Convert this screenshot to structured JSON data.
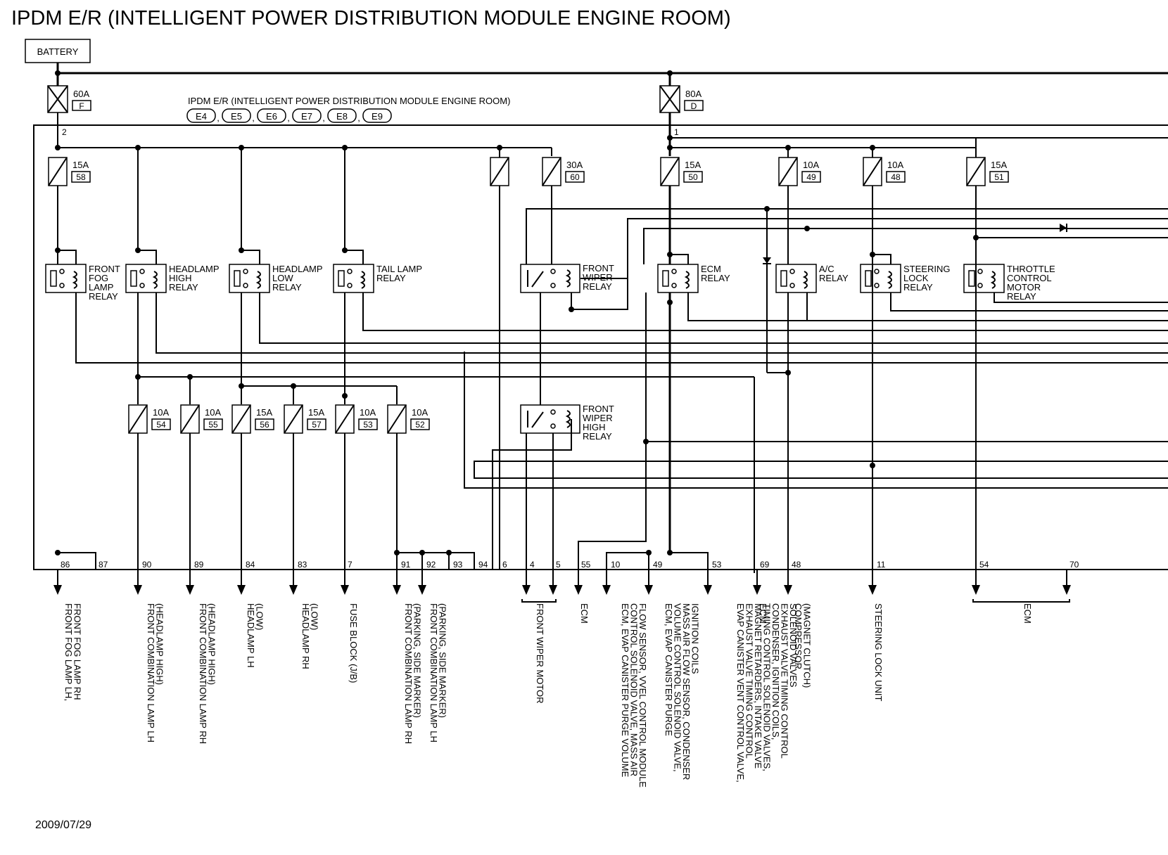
{
  "title": "IPDM E/R (INTELLIGENT POWER DISTRIBUTION MODULE ENGINE ROOM)",
  "subtitle": "IPDM E/R (INTELLIGENT POWER DISTRIBUTION MODULE ENGINE ROOM)",
  "date": "2009/07/29",
  "battery": "BATTERY",
  "connectors": [
    "E4",
    "E5",
    "E6",
    "E7",
    "E8",
    "E9"
  ],
  "fusible_links": [
    {
      "amp": "60A",
      "id": "F",
      "pin": "2"
    },
    {
      "amp": "80A",
      "id": "D",
      "pin": "1"
    }
  ],
  "fuses": [
    {
      "amp": "15A",
      "id": "58"
    },
    {
      "amp": "30A",
      "id": "60"
    },
    {
      "amp": "15A",
      "id": "50"
    },
    {
      "amp": "10A",
      "id": "49"
    },
    {
      "amp": "10A",
      "id": "48"
    },
    {
      "amp": "15A",
      "id": "51"
    },
    {
      "amp": "10A",
      "id": "54"
    },
    {
      "amp": "10A",
      "id": "55"
    },
    {
      "amp": "15A",
      "id": "56"
    },
    {
      "amp": "15A",
      "id": "57"
    },
    {
      "amp": "10A",
      "id": "53"
    },
    {
      "amp": "10A",
      "id": "52"
    }
  ],
  "relays": [
    {
      "lines": [
        "FRONT",
        "FOG",
        "LAMP",
        "RELAY"
      ]
    },
    {
      "lines": [
        "HEADLAMP",
        "HIGH",
        "RELAY"
      ]
    },
    {
      "lines": [
        "HEADLAMP",
        "LOW",
        "RELAY"
      ]
    },
    {
      "lines": [
        "TAIL LAMP",
        "RELAY"
      ]
    },
    {
      "lines": [
        "FRONT",
        "WIPER",
        "RELAY"
      ]
    },
    {
      "lines": [
        "ECM",
        "RELAY"
      ]
    },
    {
      "lines": [
        "A/C",
        "RELAY"
      ]
    },
    {
      "lines": [
        "STEERING",
        "LOCK",
        "RELAY"
      ]
    },
    {
      "lines": [
        "THROTTLE",
        "CONTROL",
        "MOTOR",
        "RELAY"
      ]
    },
    {
      "lines": [
        "FRONT",
        "WIPER",
        "HIGH",
        "RELAY"
      ]
    }
  ],
  "pins": [
    "86",
    "87",
    "90",
    "89",
    "84",
    "83",
    "7",
    "91",
    "92",
    "93",
    "94",
    "6",
    "4",
    "5",
    "55",
    "10",
    "49",
    "53",
    "69",
    "48",
    "11",
    "54",
    "70"
  ],
  "destinations": [
    {
      "lines": [
        "FRONT FOG LAMP LH,",
        "FRONT FOG LAMP RH"
      ]
    },
    {
      "lines": [
        "FRONT COMBINATION LAMP LH",
        "(HEADLAMP HIGH)"
      ]
    },
    {
      "lines": [
        "FRONT COMBINATION LAMP RH",
        "(HEADLAMP HIGH)"
      ]
    },
    {
      "lines": [
        "HEADLAMP LH",
        "(LOW)"
      ]
    },
    {
      "lines": [
        "HEADLAMP RH",
        "(LOW)"
      ]
    },
    {
      "lines": [
        "FUSE BLOCK (J/B)"
      ]
    },
    {
      "lines": [
        "FRONT COMBINATION LAMP RH",
        "(PARKING, SIDE MARKER)"
      ]
    },
    {
      "lines": [
        "FRONT COMBINATION LAMP LH",
        "(PARKING, SIDE MARKER)"
      ]
    },
    {
      "lines": [
        "FRONT WIPER MOTOR"
      ]
    },
    {
      "lines": [
        "ECM"
      ]
    },
    {
      "lines": [
        "ECM, EVAP CANISTER PURGE VOLUME",
        "CONTROL SOLENOID VALVE, MASS AIR",
        "FLOW SENSOR, VVEL CONTROL MODULE"
      ]
    },
    {
      "lines": [
        "ECM, EVAP CANISTER PURGE",
        "VOLUME CONTROL SOLENOID VALVE,",
        "MASS AIR FLOW SENSOR, CONDENSER",
        "IGNITION COILS"
      ]
    },
    {
      "lines": [
        "EVAP CANISTER VENT CONTROL VALVE,",
        "EXHAUST VALVE TIMING CONTROL",
        "MAGNET RETARDERS, INTAKE VALVE",
        "TIMING CONTROL SOLENOID VALVES,",
        "CONDENSER, IGNITION COILS,",
        "EXHAUST VALVE TIMING CONTROL",
        "SOLENOID VALVES"
      ]
    },
    {
      "lines": [
        "ECM"
      ]
    },
    {
      "lines": [
        "COMPRESSOR",
        "(MAGNET CLUTCH)"
      ]
    },
    {
      "lines": [
        "STEERING LOCK UNIT"
      ]
    },
    {
      "lines": [
        "ECM"
      ]
    }
  ]
}
